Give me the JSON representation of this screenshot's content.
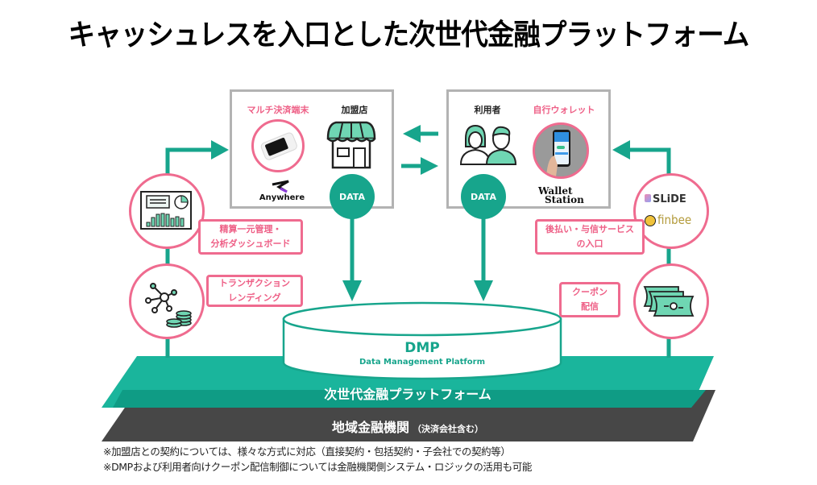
{
  "title": "キャッシュレスを入口とした次世代金融プラットフォーム",
  "merchant_box": {
    "terminal_label": "マルチ決済端末",
    "merchant_label": "加盟店",
    "terminal_brand": "Anywhere",
    "data_badge": "DATA",
    "icons": [
      "payment-terminal-icon",
      "storefront-icon",
      "anywhere-logo-icon"
    ]
  },
  "user_box": {
    "user_label": "利用者",
    "wallet_label": "自行ウォレット",
    "wallet_brand_line1": "Wallet",
    "wallet_brand_line2": "Station",
    "data_badge": "DATA",
    "icons": [
      "users-icon",
      "smartphone-wallet-icon"
    ]
  },
  "left_services": [
    {
      "line1": "精算一元管理・",
      "line2": "分析ダッシュボード",
      "icon": "dashboard-chart-icon"
    },
    {
      "line1": "トランザクション",
      "line2": "レンディング",
      "icon": "network-coins-icon"
    }
  ],
  "right_services": [
    {
      "line1": "後払い・与信サービス",
      "line2": "の入口",
      "icon": "slide-finbee-logo-icon",
      "brands": [
        "SLiDE",
        "finbee"
      ]
    },
    {
      "line1": "クーポン",
      "line2": "配信",
      "icon": "coupon-tickets-icon"
    }
  ],
  "dmp": {
    "title": "DMP",
    "subtitle": "Data Management Platform"
  },
  "platform_label": "次世代金融プラットフォーム",
  "bank_layer": {
    "label": "地域金融機関",
    "sub": "（決済会社含む）"
  },
  "notes": [
    "※加盟店との契約については、様々な方式に対応（直接契約・包括契約・子会社での契約等）",
    "※DMPおよび利用者向けクーポン配信制御については金融機関側システム・ロジックの活用も可能"
  ],
  "colors": {
    "teal": "#17a58c",
    "teal_light": "#1ab59c",
    "pink": "#ef6b8f",
    "dark_layer": "#474747",
    "box_border": "#b3b3b3"
  }
}
